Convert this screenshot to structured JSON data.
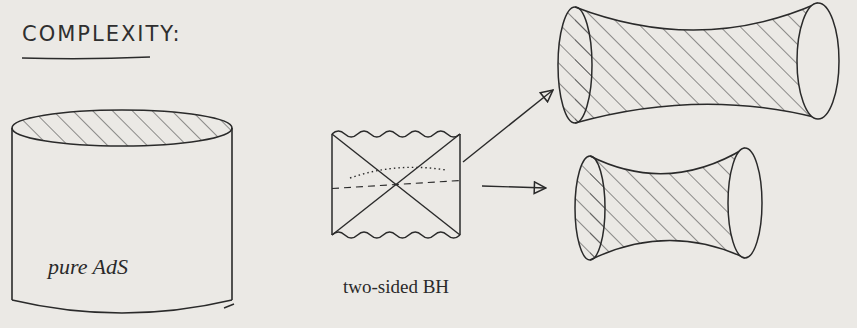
{
  "diagram": {
    "title": "COMPLEXITY:",
    "nodes": [
      {
        "text": [
          "pure AdS"
        ]
      },
      {
        "text": [
          "two-sided BH"
        ]
      }
    ]
  }
}
